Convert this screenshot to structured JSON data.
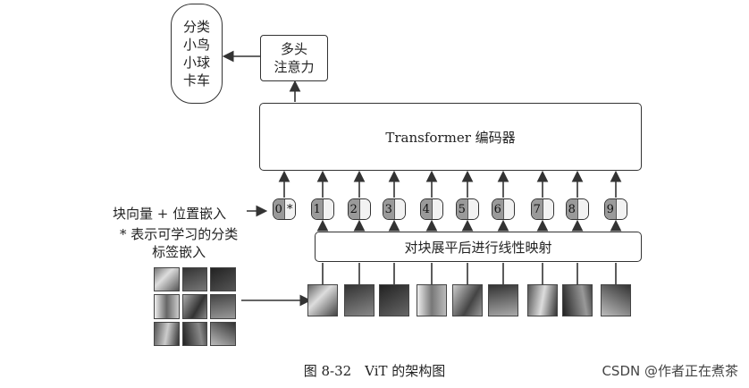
{
  "classes": [
    "分类",
    "小鸟",
    "小球",
    "卡车"
  ],
  "attention": [
    "多头",
    "注意力"
  ],
  "transformer_label": "Transformer 编码器",
  "linear_label": "对块展平后进行线性映射",
  "embed_label": "块向量 + 位置嵌入",
  "note": [
    "* 表示可学习的分类",
    "标签嵌入"
  ],
  "tokens": [
    {
      "left": "0",
      "right": "*"
    },
    {
      "left": "1",
      "right": ""
    },
    {
      "left": "2",
      "right": ""
    },
    {
      "left": "3",
      "right": ""
    },
    {
      "left": "4",
      "right": ""
    },
    {
      "left": "5",
      "right": ""
    },
    {
      "left": "6",
      "right": ""
    },
    {
      "left": "7",
      "right": ""
    },
    {
      "left": "8",
      "right": ""
    },
    {
      "left": "9",
      "right": ""
    }
  ],
  "caption": "图 8-32　ViT 的架构图",
  "watermark": "CSDN @作者正在煮茶"
}
